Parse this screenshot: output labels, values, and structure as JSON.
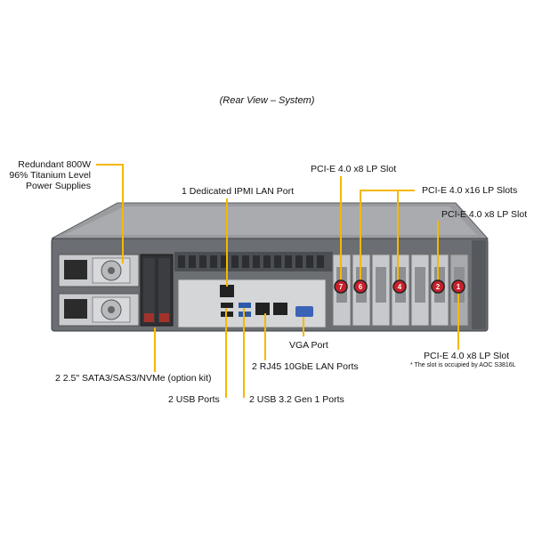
{
  "title": "(Rear View – System)",
  "labels": {
    "psu": [
      "Redundant  800W",
      "96% Titanium  Level",
      "Power Supplies"
    ],
    "ipmi": "1 Dedicated IPMI  LAN Port",
    "pcie_top": "PCI-E 4.0 x8 LP Slot",
    "pcie_x16": "PCI-E 4.0 x16 LP Slots",
    "pcie_right": "PCI-E 4.0 x8 LP Slot",
    "drives": "2 2.5\" SATA3/SAS3/NVMe (option kit)",
    "usb2": "2 USB Ports",
    "usb3": "2 USB 3.2 Gen 1 Ports",
    "rj45": "2 RJ45  10GbE LAN Ports",
    "vga": "VGA Port",
    "pcie_bottom": "PCI-E  4.0 x8 LP Slot",
    "pcie_bottom_note": "* The slot is occupied by AOC S3816L"
  },
  "slot_numbers": [
    "7",
    "6",
    "4",
    "2",
    "1"
  ],
  "colors": {
    "callout": "#f5b800",
    "chassis": "#6b6e72",
    "slot_badge": "#c8202a"
  }
}
